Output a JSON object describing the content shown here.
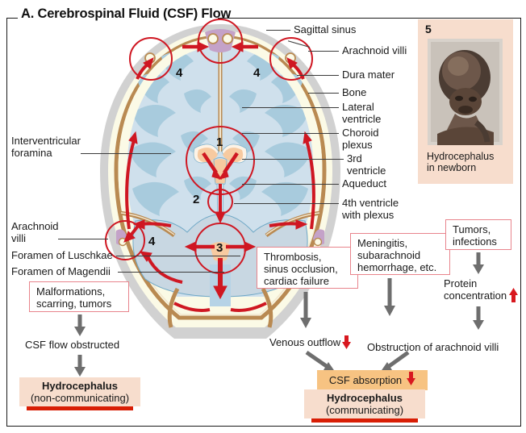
{
  "title": "A.  Cerebrospinal Fluid (CSF) Flow",
  "colors": {
    "red_accent": "#cf1722",
    "pink_border": "#e8848c",
    "peach_fill": "#f7ddcd",
    "orange_fill": "#f7c382",
    "brain_blue": "#bcd7e6",
    "csf_blue": "#cfe0ec",
    "dura_tan": "#b98a52",
    "plexus_peach": "#f7caa0",
    "villi_purple": "#c4a2c8",
    "halo_gray": "#c9c9c9",
    "arrow_gray": "#6e6e6e",
    "underline_red": "#d81e05"
  },
  "right_labels": [
    {
      "text": "Sagittal sinus"
    },
    {
      "text": "Arachnoid villi"
    },
    {
      "text": "Dura mater"
    },
    {
      "text": "Bone"
    },
    {
      "text": "Lateral\nventricle"
    },
    {
      "text": "Choroid\nplexus"
    },
    {
      "text": "3rd\nventricle"
    },
    {
      "text": "Aqueduct"
    },
    {
      "text": "4th ventricle\nwith plexus"
    }
  ],
  "left_labels": [
    {
      "text": "Interventricular\nforamina"
    },
    {
      "text": "Arachnoid\nvilli"
    },
    {
      "text": "Foramen of Luschkae"
    },
    {
      "text": "Foramen of Magendii"
    }
  ],
  "number_markers": [
    {
      "label": "1"
    },
    {
      "label": "2"
    },
    {
      "label": "3"
    },
    {
      "label": "4"
    },
    {
      "label": "4"
    },
    {
      "label": "4"
    }
  ],
  "photo_panel": {
    "number": "5",
    "caption": "Hydrocephalus\nin newborn"
  },
  "cause_boxes": [
    {
      "id": "malformations",
      "text": "Malformations,\nscarring, tumors"
    },
    {
      "id": "thrombosis",
      "text": "Thrombosis,\nsinus occlusion,\ncardiac failure"
    },
    {
      "id": "meningitis",
      "text": "Meningitis,\nsubarachnoid\nhemorrhage, etc."
    },
    {
      "id": "tumors",
      "text": "Tumors,\ninfections"
    }
  ],
  "flow_texts": {
    "csf_flow_obstructed": "CSF flow obstructed",
    "venous_outflow": "Venous outflow",
    "venous_outflow_indicator": "down-arrow-red",
    "protein_concentration": "Protein\nconcentration",
    "protein_indicator": "up-arrow-red",
    "obstruction_villi": "Obstruction of arachnoid villi",
    "csf_absorption": "CSF absorption",
    "csf_absorption_indicator": "down-arrow-red"
  },
  "outcomes": [
    {
      "id": "non-communicating",
      "title": "Hydrocephalus",
      "subtitle": "(non-communicating)"
    },
    {
      "id": "communicating",
      "title": "Hydrocephalus",
      "subtitle": "(communicating)"
    }
  ]
}
